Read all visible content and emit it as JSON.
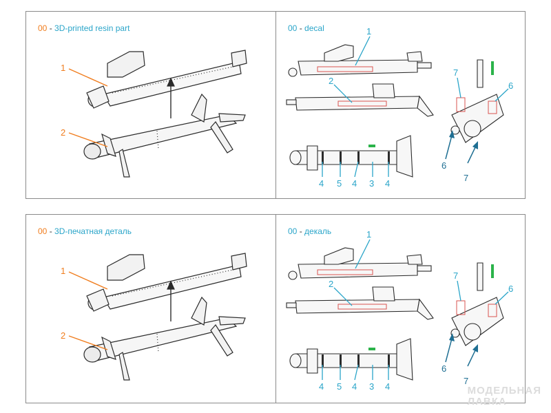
{
  "colors": {
    "resin": "#f07d1e",
    "decal": "#2aa5c9",
    "line": "#2b2b2b",
    "border": "#8a8a8a",
    "decal_red": "#d9534f",
    "decal_green": "#2bb34a"
  },
  "panels": {
    "resin_en": {
      "code": "00",
      "text": "3D-printed resin part",
      "labels": [
        "1",
        "2"
      ]
    },
    "decal_en": {
      "code": "00",
      "text": "decal",
      "labels": [
        "1",
        "2",
        "4",
        "5",
        "4",
        "3",
        "4",
        "7",
        "6",
        "6",
        "7"
      ]
    },
    "resin_ru": {
      "code": "00",
      "text": "3D-печатная деталь",
      "labels": [
        "1",
        "2"
      ]
    },
    "decal_ru": {
      "code": "00",
      "text": "декаль",
      "labels": [
        "1",
        "2",
        "4",
        "5",
        "4",
        "3",
        "4",
        "7",
        "6",
        "6",
        "7"
      ]
    }
  },
  "watermark": {
    "line1": "МОДЕЛЬНАЯ",
    "line2": "ЛАВКА"
  }
}
